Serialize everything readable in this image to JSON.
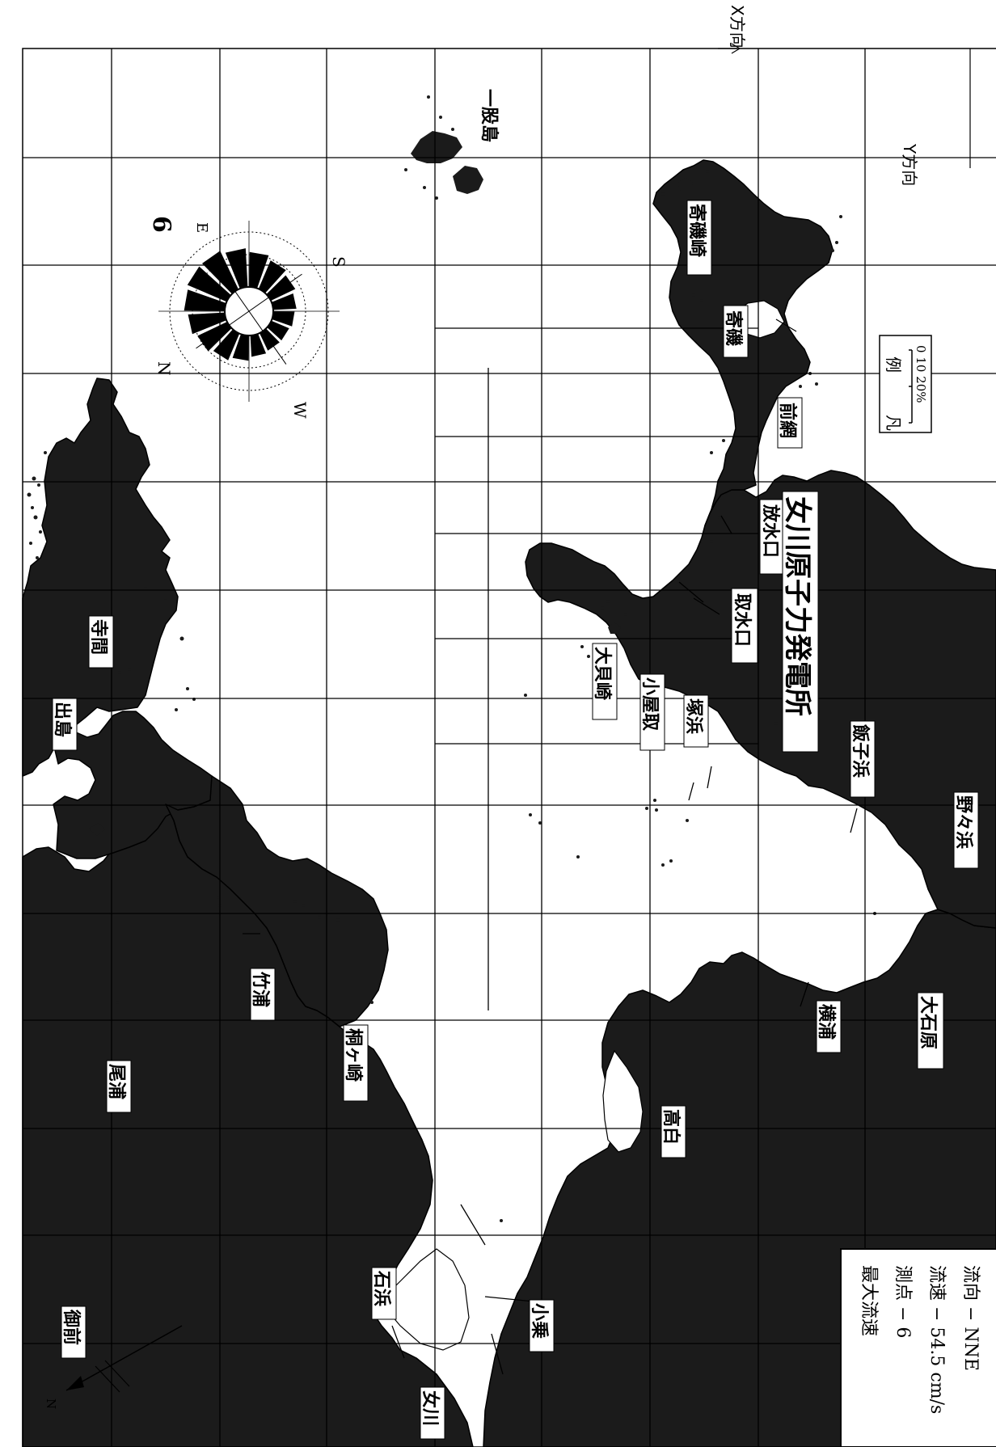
{
  "map": {
    "axis_x_label": "X方向",
    "axis_y_label": "Y方向",
    "place_names": {
      "ichimatajima": "一股島",
      "yoiso_zaki": "寄磯崎",
      "yoiso": "寄磯",
      "maeami": "前網",
      "houshuikou": "放水口",
      "shusuikou": "取水口",
      "onagawa_npp": "女川原子力発電所",
      "ookaizaki": "大貝崎",
      "koyatori": "小屋取",
      "tsukahama": "塚浜",
      "iigohama": "飯子浜",
      "nonohama": "野々浜",
      "yokoura": "横浦",
      "ooishihara": "大石原",
      "takashiro": "高白",
      "kono": "小乗",
      "onagawa": "女川",
      "ishihama": "石浜",
      "kirigasaki": "桐ヶ崎",
      "takeura": "竹浦",
      "oura": "尾浦",
      "goze": "御前",
      "izushima": "出島",
      "terama": "寺間"
    }
  },
  "compass": {
    "station_number": "6",
    "label_n": "N",
    "label_e": "E",
    "label_s": "S",
    "label_w": "W",
    "rose_direction_frequencies_percent": [
      22,
      20,
      18,
      16,
      14,
      12,
      11,
      10,
      10,
      11,
      13,
      15,
      17,
      19,
      21,
      22
    ]
  },
  "scale_legend": {
    "title_a": "凡",
    "title_b": "例",
    "scale_ticks": "0 10 20%"
  },
  "north_arrow_label": "N",
  "info_box": {
    "title": "最大流速",
    "station": "測点 − 6",
    "speed": "流速 − 54.5 cm/s",
    "direction": "流向 − NNE"
  }
}
